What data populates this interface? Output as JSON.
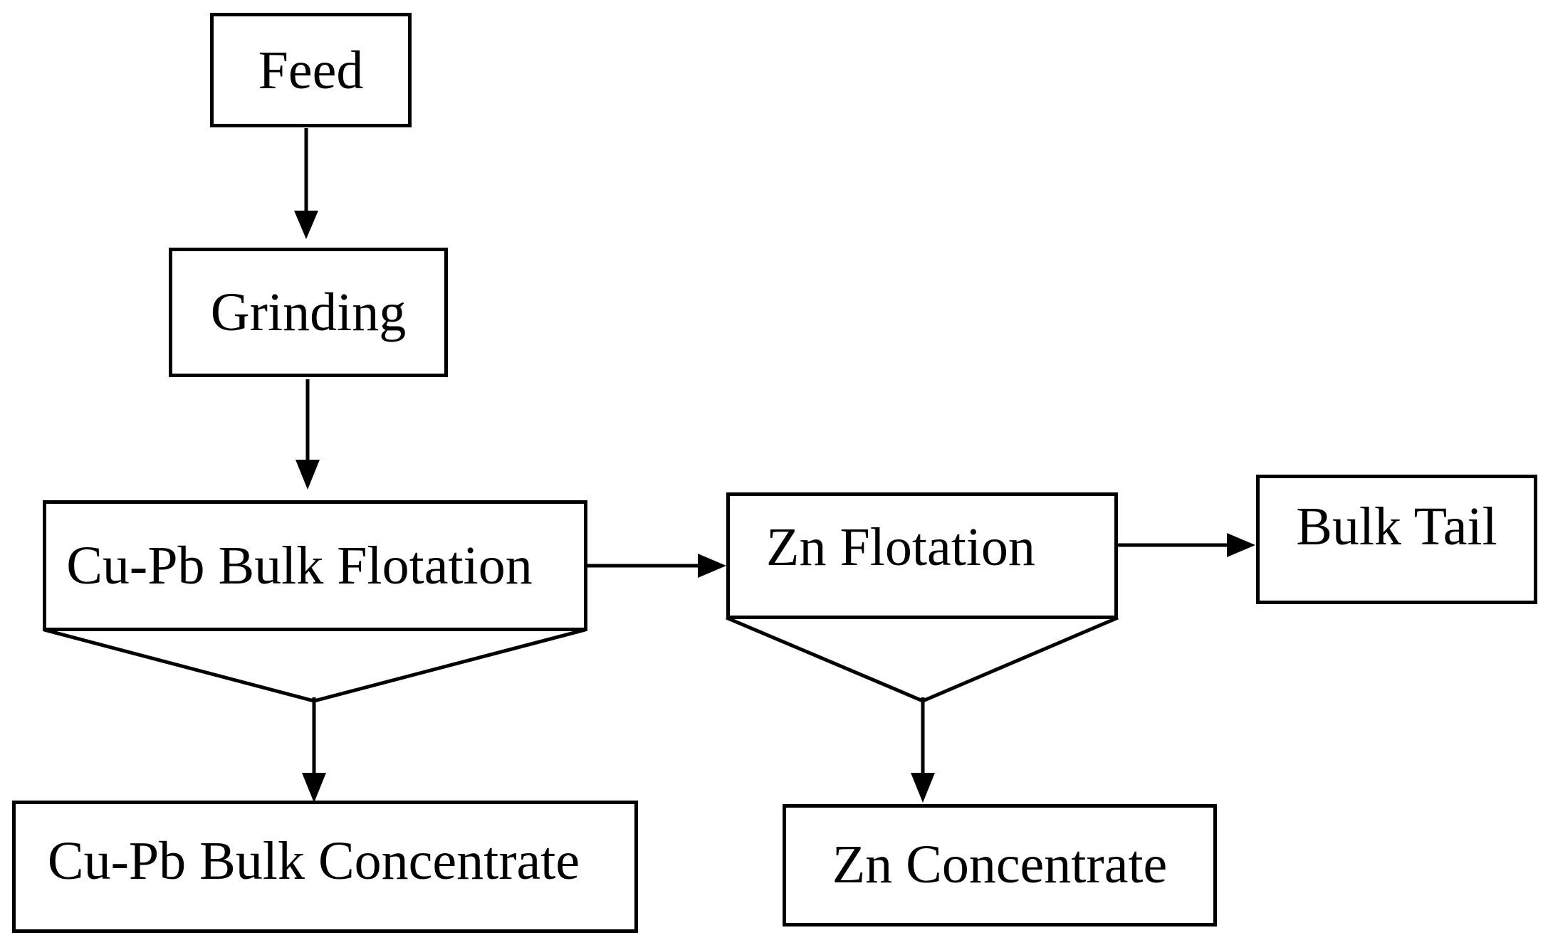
{
  "nodes": {
    "feed": "Feed",
    "grinding": "Grinding",
    "cu_pb_bulk_flotation": "Cu-Pb Bulk Flotation",
    "zn_flotation": "Zn Flotation",
    "bulk_tail": "Bulk Tail",
    "cu_pb_bulk_concentrate": "Cu-Pb Bulk Concentrate",
    "zn_concentrate": "Zn Concentrate"
  },
  "edges": [
    {
      "from": "feed",
      "to": "grinding"
    },
    {
      "from": "grinding",
      "to": "cu_pb_bulk_flotation"
    },
    {
      "from": "cu_pb_bulk_flotation",
      "to": "zn_flotation"
    },
    {
      "from": "zn_flotation",
      "to": "bulk_tail"
    },
    {
      "from": "cu_pb_bulk_flotation",
      "to": "cu_pb_bulk_concentrate"
    },
    {
      "from": "zn_flotation",
      "to": "zn_concentrate"
    }
  ],
  "colors": {
    "line": "#000000",
    "background": "#ffffff"
  }
}
